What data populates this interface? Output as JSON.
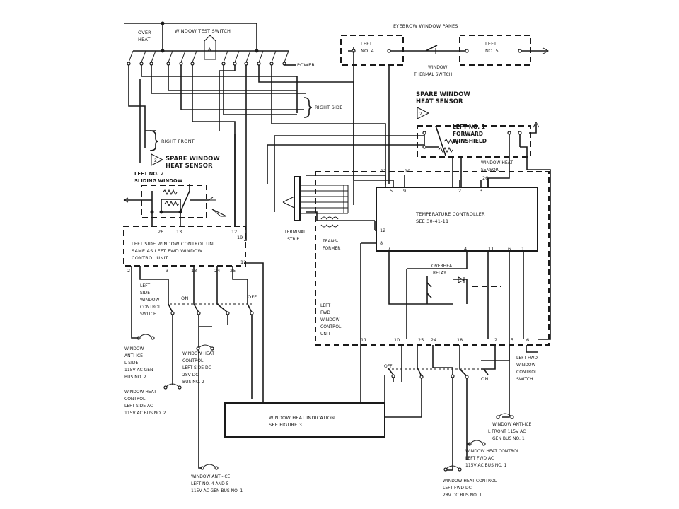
{
  "labels": {
    "over_heat": [
      "OVER",
      "HEAT"
    ],
    "window_test_switch": "WINDOW TEST SWITCH",
    "test_switch_marker": "A",
    "power": "POWER",
    "right_side": "RIGHT SIDE",
    "right_front": "RIGHT FRONT",
    "spare_sensor_left": [
      "SPARE WINDOW",
      "HEAT SENSOR"
    ],
    "spare_sensor_right": [
      "SPARE WINDOW",
      "HEAT SENSOR"
    ],
    "sensor_marker": "2",
    "left_no2_sliding": [
      "LEFT NO. 2",
      "SLIDING WINDOW"
    ],
    "eyebrow_panes": "EYEBROW WINDOW PANES",
    "left_no4": [
      "LEFT",
      "NO. 4"
    ],
    "left_no5": [
      "LEFT",
      "NO. 5"
    ],
    "window_thermal_switch": [
      "WINDOW",
      "THERMAL SWITCH"
    ],
    "left_no1_forward": [
      "LEFT NO. 1",
      "FORWARD",
      "WINSHIELD"
    ],
    "window_heat_sensor": [
      "WINDOW HEAT",
      "SENSOR"
    ],
    "left_side_control_unit": [
      "LEFT SIDE WINDOW CONTROL UNIT",
      "SAME AS LEFT FWD WINDOW",
      "CONTROL UNIT"
    ],
    "terminal_strip": [
      "TERMINAL",
      "STRIP"
    ],
    "transformer": [
      "TRANS-",
      "FORMER"
    ],
    "temperature_controller": [
      "TEMPERATURE CONTROLLER",
      "SEE 30-41-11"
    ],
    "overheat_relay": [
      "OVERHEAT",
      "RELAY"
    ],
    "left_fwd_control_unit": [
      "LEFT",
      "FWD",
      "WINDOW",
      "CONTROL",
      "UNIT"
    ],
    "left_side_control_switch": [
      "LEFT",
      "SIDE",
      "WINDOW",
      "CONTROL",
      "SWITCH"
    ],
    "left_fwd_control_switch": [
      "LEFT FWD",
      "WINDOW",
      "CONTROL",
      "SWITCH"
    ],
    "on_left": "ON",
    "off_left": "OFF",
    "off_right": "OFF",
    "on_right": "ON",
    "anti_ice_l_side": [
      "WINDOW",
      "ANTI-ICE",
      "L SIDE",
      "115V AC GEN",
      "BUS NO. 2"
    ],
    "heat_control_left_side_dc": [
      "WINDOW HEAT",
      "CONTROL",
      "LEFT SIDE DC",
      "28V DC",
      "BUS NO. 2"
    ],
    "heat_control_left_side_ac": [
      "WINDOW HEAT",
      "CONTROL",
      "LEFT SIDE AC",
      "115V AC BUS NO. 2"
    ],
    "window_heat_indication": [
      "WINDOW HEAT INDICATION",
      "SEE FIGURE 3"
    ],
    "anti_ice_left_4_5": [
      "WINDOW ANTI-ICE",
      "LEFT NO. 4 AND 5",
      "115V AC GEN BUS NO. 1"
    ],
    "anti_ice_l_front": [
      "WINDOW ANTI-ICE",
      "L FRONT 115V AC",
      "GEN BUS NO. 1"
    ],
    "heat_control_left_fwd_ac": [
      "WINDOW HEAT CONTROL",
      "LEFT FWD AC",
      "115V AC BUS NO. 1"
    ],
    "heat_control_left_fwd_dc": [
      "WINDOW HEAT CONTROL",
      "LEFT FWD DC",
      "28V DC BUS NO. 1"
    ]
  },
  "pins": {
    "left_unit_top": [
      "26",
      "13",
      "12",
      "19"
    ],
    "left_unit_bottom": [
      "2",
      "3",
      "18",
      "24",
      "25",
      "11"
    ],
    "temp_ctrl_top": [
      "5",
      "9",
      "12",
      "19",
      "2",
      "3",
      "26"
    ],
    "temp_ctrl_side": [
      "12",
      "8"
    ],
    "temp_ctrl_bottom": [
      "7",
      "4",
      "11",
      "6",
      "1"
    ],
    "fwd_unit_bottom": [
      "11",
      "10",
      "25",
      "24",
      "18",
      "2",
      "5",
      "6"
    ]
  }
}
